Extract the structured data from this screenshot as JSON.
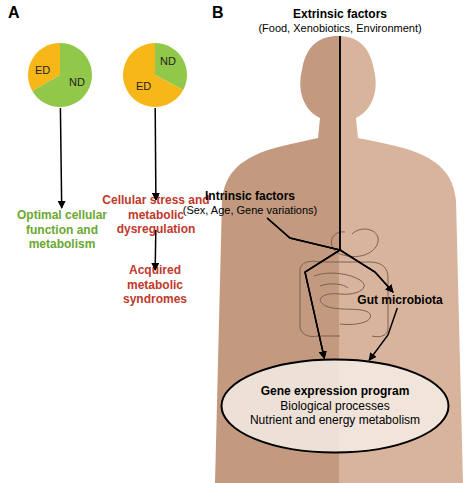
{
  "diagram": {
    "nodes": [
      {
        "text": [
          "ED",
          "ND"
        ]
      },
      {
        "text": [
          "ND",
          "ED"
        ]
      },
      {
        "text": [
          "Optimal cellular function and metabolism"
        ]
      },
      {
        "text": [
          "Cellular stress and metabolic dysregulation"
        ]
      },
      {
        "text": [
          "Acquired metabolic syndromes"
        ]
      },
      {
        "text": [
          "Extrinsic factors",
          "(Food, Xenobiotics, Environment)"
        ]
      },
      {
        "text": [
          "Intrinsic factors",
          "(Sex, Age, Gene variations)"
        ]
      },
      {
        "text": [
          "Gut microbiota"
        ]
      },
      {
        "text": [
          "Gene expression program",
          "Biological processes",
          "Nutrient and energy metabolism"
        ]
      }
    ],
    "edges": [
      {
        "from": 0,
        "to": 2,
        "arrow": "to"
      },
      {
        "from": 1,
        "to": 3,
        "arrow": "to"
      },
      {
        "from": 3,
        "to": 4,
        "arrow": "to"
      },
      {
        "from": 5,
        "to": 8,
        "arrow": "to"
      },
      {
        "from": 6,
        "to": 8,
        "arrow": "to"
      },
      {
        "from": 5,
        "to": 7,
        "arrow": "to"
      },
      {
        "from": 6,
        "to": 7,
        "arrow": "to"
      },
      {
        "from": 7,
        "to": 8,
        "arrow": "to"
      }
    ],
    "labels": [
      "A",
      "B"
    ]
  }
}
